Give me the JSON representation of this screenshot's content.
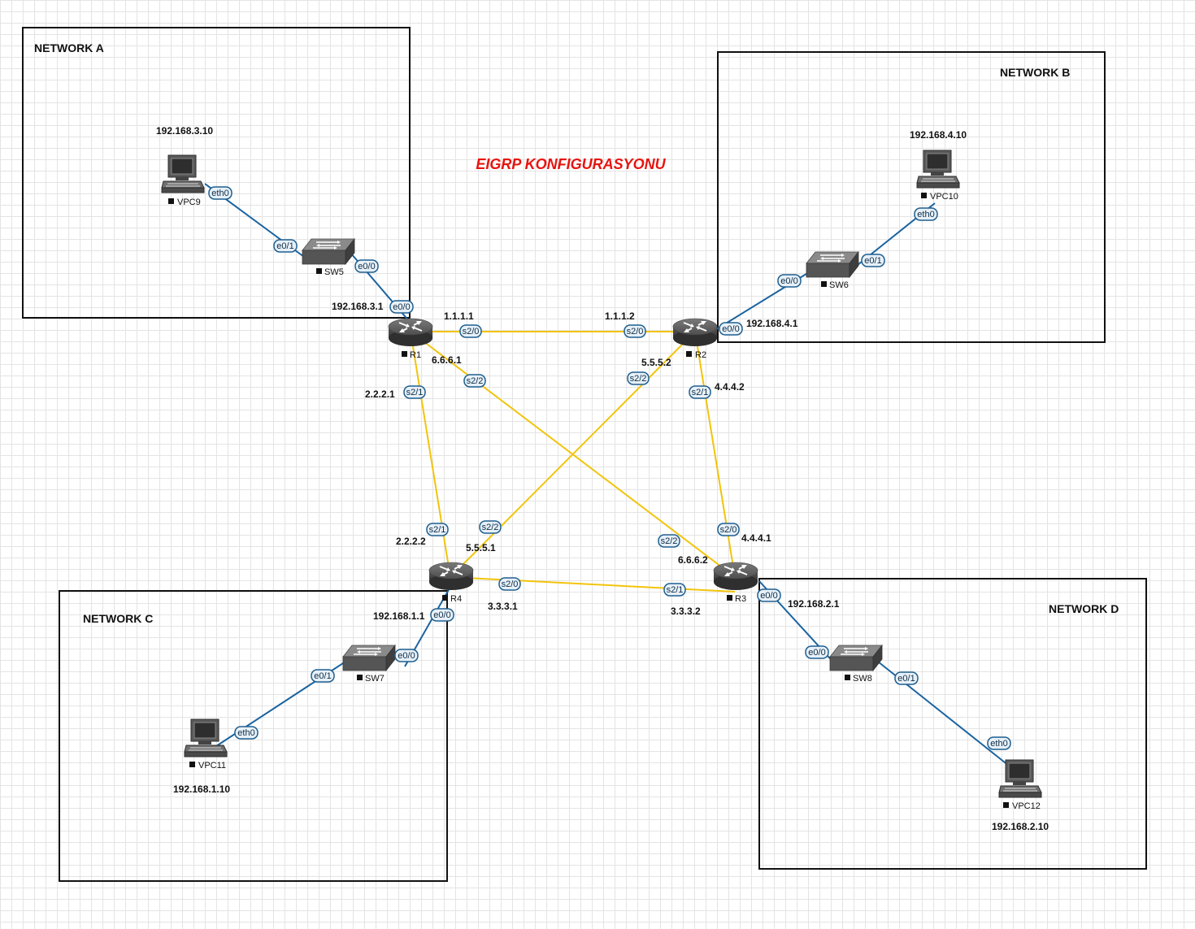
{
  "title": "EIGRP KONFIGURASYONU",
  "colors": {
    "wan_link": "#f2c40c",
    "lan_link": "#1a63a0",
    "title": "#e8140f"
  },
  "networks": [
    {
      "id": "A",
      "label": "NETWORK A"
    },
    {
      "id": "B",
      "label": "NETWORK B"
    },
    {
      "id": "C",
      "label": "NETWORK C"
    },
    {
      "id": "D",
      "label": "NETWORK D"
    }
  ],
  "devices": [
    {
      "id": "R1",
      "type": "router",
      "label": "R1"
    },
    {
      "id": "R2",
      "type": "router",
      "label": "R2"
    },
    {
      "id": "R3",
      "type": "router",
      "label": "R3"
    },
    {
      "id": "R4",
      "type": "router",
      "label": "R4"
    },
    {
      "id": "SW5",
      "type": "switch",
      "label": "SW5"
    },
    {
      "id": "SW6",
      "type": "switch",
      "label": "SW6"
    },
    {
      "id": "SW7",
      "type": "switch",
      "label": "SW7"
    },
    {
      "id": "SW8",
      "type": "switch",
      "label": "SW8"
    },
    {
      "id": "VPC9",
      "type": "pc",
      "label": "VPC9"
    },
    {
      "id": "VPC10",
      "type": "pc",
      "label": "VPC10"
    },
    {
      "id": "VPC11",
      "type": "pc",
      "label": "VPC11"
    },
    {
      "id": "VPC12",
      "type": "pc",
      "label": "VPC12"
    }
  ],
  "links": [
    {
      "kind": "wan",
      "a": "R1",
      "b": "R2",
      "ports": [
        "s2/0",
        "s2/0"
      ]
    },
    {
      "kind": "wan",
      "a": "R1",
      "b": "R4",
      "ports": [
        "s2/1",
        "s2/1"
      ]
    },
    {
      "kind": "wan",
      "a": "R1",
      "b": "R3",
      "ports": [
        "s2/2",
        "s2/2"
      ]
    },
    {
      "kind": "wan",
      "a": "R2",
      "b": "R4",
      "ports": [
        "s2/2",
        "s2/2"
      ]
    },
    {
      "kind": "wan",
      "a": "R2",
      "b": "R3",
      "ports": [
        "s2/1",
        "s2/0"
      ]
    },
    {
      "kind": "wan",
      "a": "R4",
      "b": "R3",
      "ports": [
        "s2/0",
        "s2/1"
      ]
    },
    {
      "kind": "lan",
      "a": "VPC9",
      "b": "SW5",
      "ports": [
        "eth0",
        "e0/1"
      ]
    },
    {
      "kind": "lan",
      "a": "SW5",
      "b": "R1",
      "ports": [
        "e0/0",
        "e0/0"
      ]
    },
    {
      "kind": "lan",
      "a": "VPC10",
      "b": "SW6",
      "ports": [
        "eth0",
        "e0/1"
      ]
    },
    {
      "kind": "lan",
      "a": "SW6",
      "b": "R2",
      "ports": [
        "e0/0",
        "e0/0"
      ]
    },
    {
      "kind": "lan",
      "a": "R4",
      "b": "SW7",
      "ports": [
        "e0/0",
        "e0/0"
      ]
    },
    {
      "kind": "lan",
      "a": "SW7",
      "b": "VPC11",
      "ports": [
        "e0/1",
        "eth0"
      ]
    },
    {
      "kind": "lan",
      "a": "R3",
      "b": "SW8",
      "ports": [
        "e0/0",
        "e0/0"
      ]
    },
    {
      "kind": "lan",
      "a": "SW8",
      "b": "VPC12",
      "ports": [
        "e0/1",
        "eth0"
      ]
    }
  ],
  "addresses": [
    "192.168.3.10",
    "192.168.4.10",
    "192.168.3.1",
    "1.1.1.1",
    "1.1.1.2",
    "192.168.4.1",
    "6.6.6.1",
    "5.5.5.2",
    "4.4.4.2",
    "2.2.2.1",
    "2.2.2.2",
    "5.5.5.1",
    "6.6.6.2",
    "4.4.4.1",
    "3.3.3.1",
    "3.3.3.2",
    "192.168.1.1",
    "192.168.2.1",
    "192.168.1.10",
    "192.168.2.10"
  ]
}
